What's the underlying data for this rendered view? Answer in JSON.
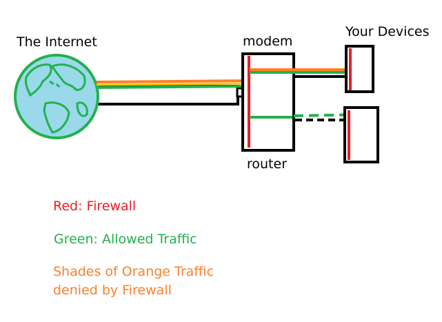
{
  "labels": {
    "internet": "The Internet",
    "modem": "modem",
    "router": "router",
    "devices": "Your Devices"
  },
  "legend": {
    "red": "Red: Firewall",
    "green": "Green: Allowed Traffic",
    "orange_line1": "Shades of Orange Traffic",
    "orange_line2": "denied by Firewall"
  },
  "colors": {
    "firewall": "#ed1c24",
    "allowed": "#22b14c",
    "denied": "#ff7f27",
    "denied_light": "#ffc90e",
    "globe_fill": "#99d9ea",
    "outline": "#000000"
  },
  "icons": {
    "globe": "globe-icon"
  }
}
